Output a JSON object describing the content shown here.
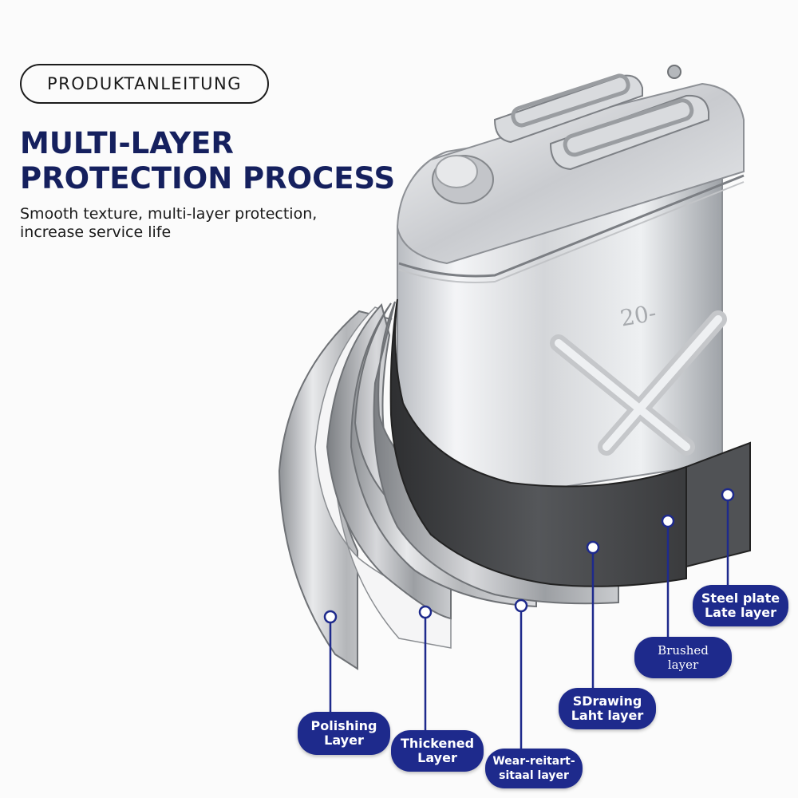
{
  "badge": "PRODUKTANLEITUNG",
  "headline": "MULTI-LAYER\nPROTECTION PROCESS",
  "subtitle": "Smooth texture, multi-layer protection,\nincrease service life",
  "can_marking": "20-",
  "colors": {
    "headline": "#15205e",
    "label_bg": "#1e2a8c",
    "label_text": "#ffffff",
    "leader": "#1e2a8c",
    "steel_light": "#e9eaec",
    "steel_dark": "#3a3b3d"
  },
  "labels": [
    {
      "text": "Polishing\nLayer"
    },
    {
      "text": "Thickened\nLayer"
    },
    {
      "text": "Wear-reitart-\nsitaal layer"
    },
    {
      "text": "SDrawing\nLaht layer"
    },
    {
      "text": "Brushed\nlayer"
    },
    {
      "text": "Steel plate\nLate layer"
    }
  ]
}
